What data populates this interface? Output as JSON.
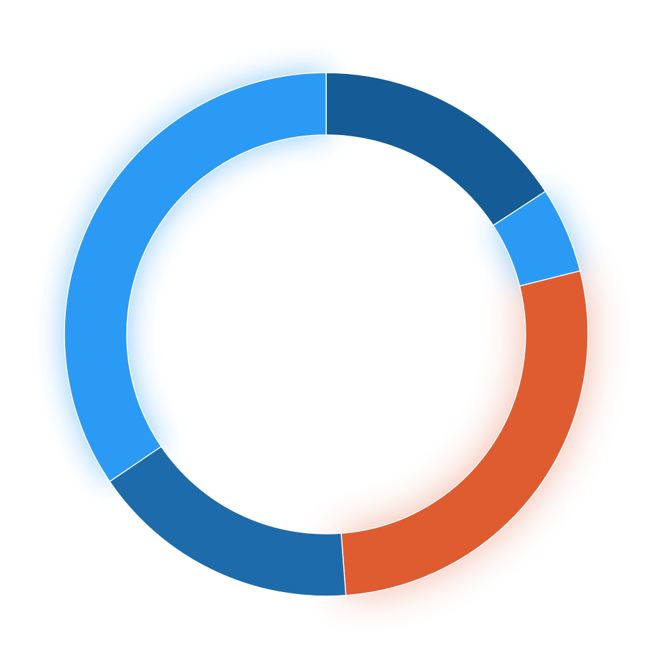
{
  "chart_data": {
    "type": "pie",
    "style": "donut",
    "start_angle": "12 o'clock",
    "direction": "clockwise",
    "legend": "none",
    "slices": [
      {
        "value": 15.8,
        "color": "#155b96"
      },
      {
        "value": 5.3,
        "color": "#2b9af5"
      },
      {
        "value": 27.7,
        "color": "#df5c31"
      },
      {
        "value": 16.7,
        "color": "#1e6bab"
      },
      {
        "value": 34.5,
        "color": "#2b9af5"
      }
    ]
  },
  "colors": {
    "background": "#ffffff",
    "separator": "#ffffff",
    "glow_blue": "#2b9af5",
    "glow_orange": "#df5c31"
  }
}
